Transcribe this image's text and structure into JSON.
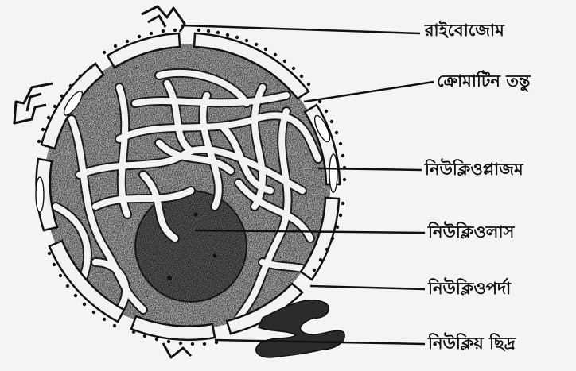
{
  "labels": {
    "ribosome": "রাইবোজোম",
    "chromatin": "ক্রোমাটিন তন্তু",
    "nucleoplasm": "নিউক্লিওপ্লাজম",
    "nucleolus": "নিউক্লিওলাস",
    "nuclear_envelope": "নিউক্লিওপর্দা",
    "nuclear_pore": "নিউক্লিয় ছিদ্র"
  },
  "colors": {
    "background": "#f4f4f2",
    "ink": "#111111",
    "nucleoplasm_fill": "#9a9a9a",
    "nucleolus_fill": "#6e6e6e"
  }
}
